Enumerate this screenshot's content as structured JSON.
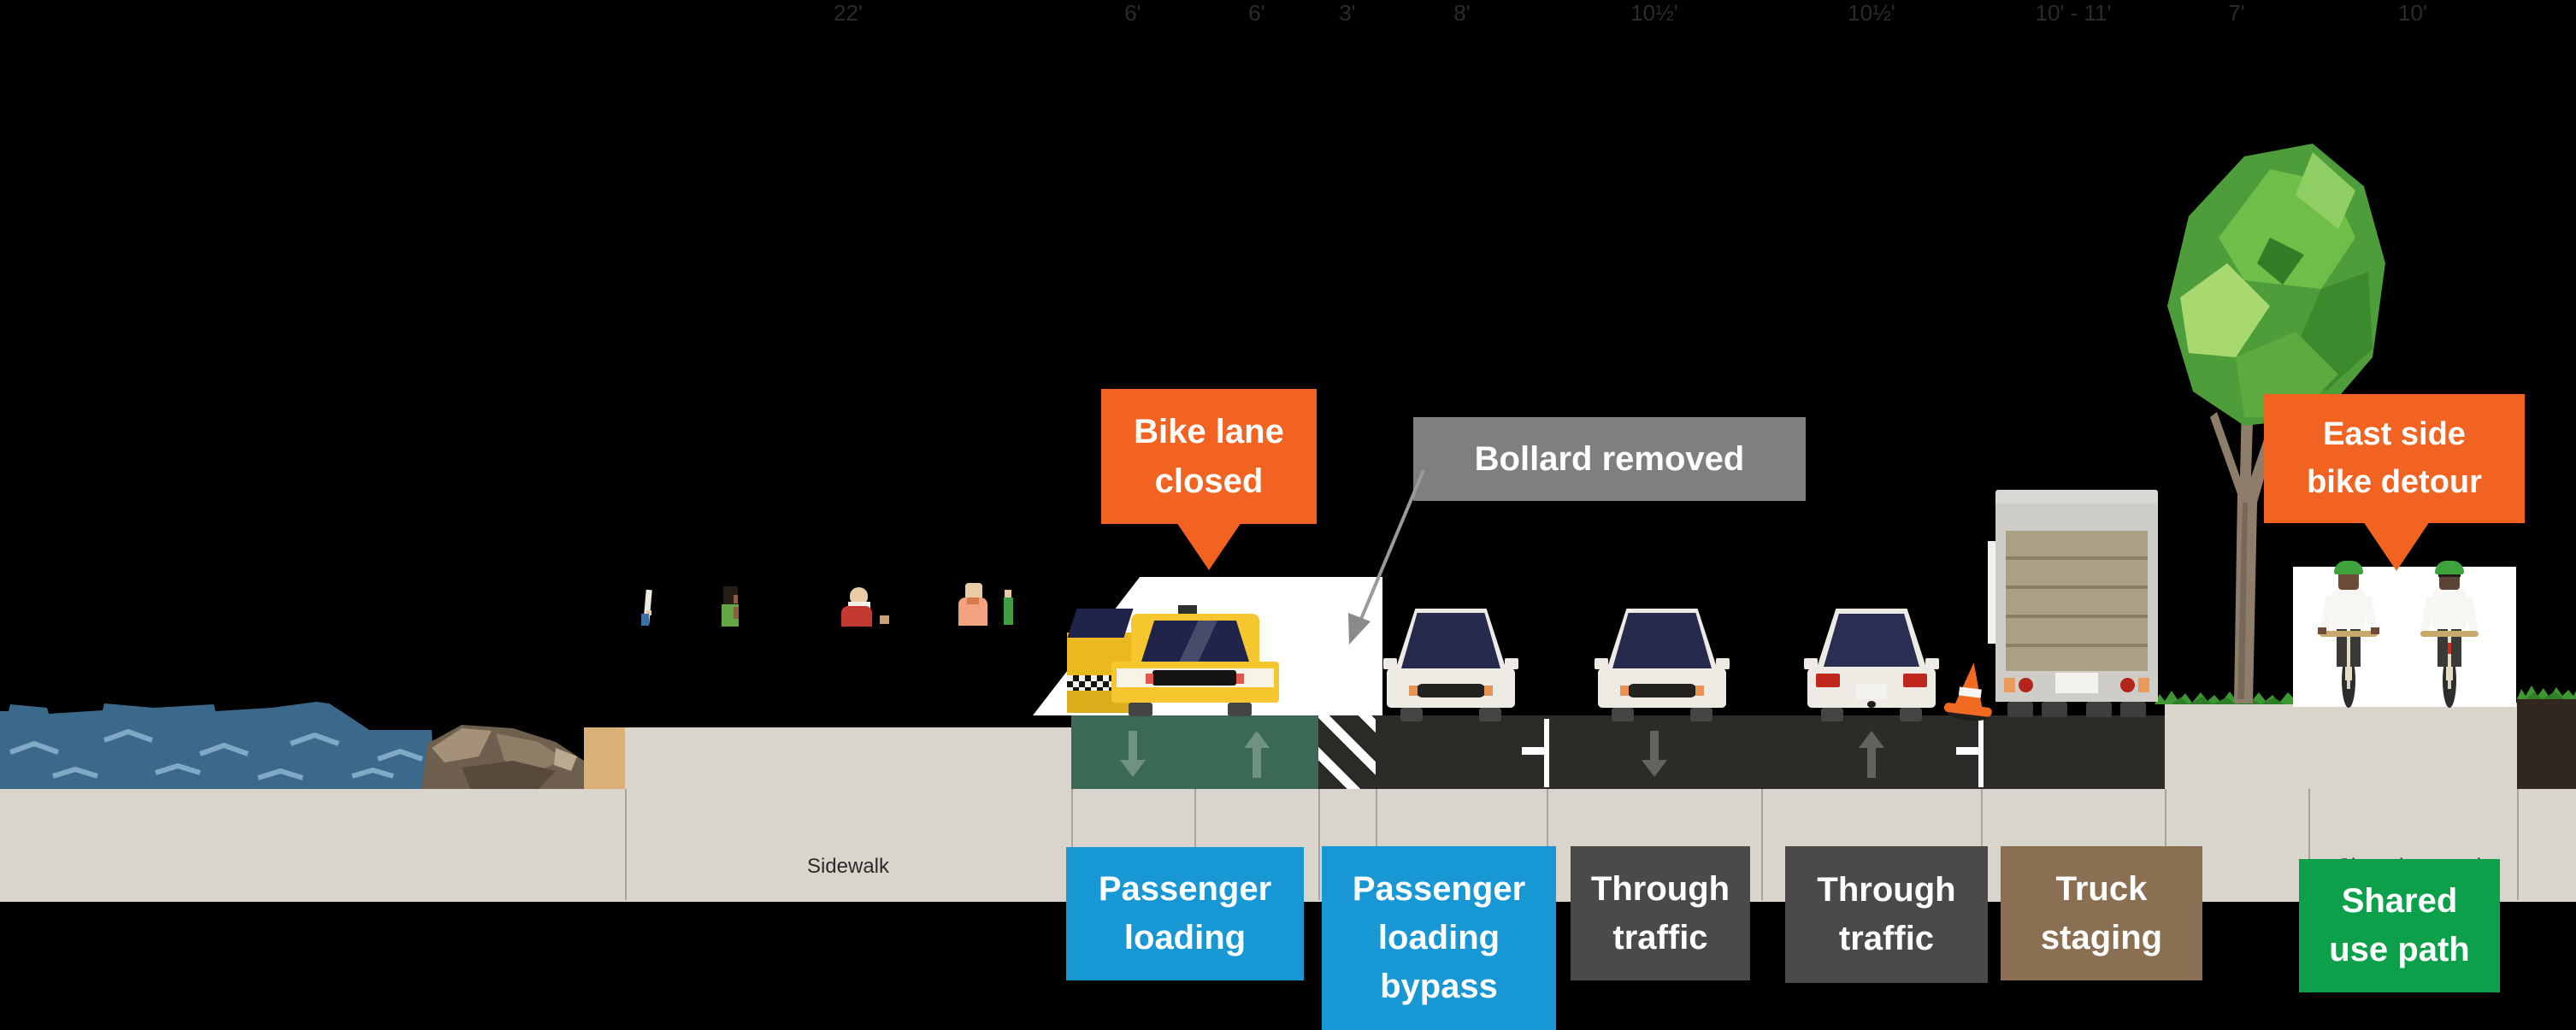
{
  "callouts": {
    "bike_lane_closed": {
      "label": "Bike lane closed",
      "color": "#F26322"
    },
    "bollard_removed": {
      "label": "Bollard removed",
      "color": "#7F7F7F"
    },
    "east_side_bike_detour": {
      "label": "East side bike detour",
      "color": "#F26322"
    }
  },
  "measurements": {
    "sidewalk": {
      "width": "22'",
      "name": "Sidewalk"
    },
    "loading_left": {
      "width": "6'"
    },
    "loading_right": {
      "width": "6'"
    },
    "buffer": {
      "width": "3'"
    },
    "bypass": {
      "width": "8'"
    },
    "through_left": {
      "width": "10½'"
    },
    "through_right": {
      "width": "10½'"
    },
    "truck_staging": {
      "width": "10' - 11'"
    },
    "planting": {
      "width": "7'"
    },
    "shared_path": {
      "width": "10'",
      "name": "Shared use path"
    }
  },
  "lanes": {
    "passenger_loading": {
      "label": "Passenger loading",
      "color": "#1797D4"
    },
    "passenger_loading_bypass": {
      "label": "Passenger loading bypass",
      "color": "#1797D4"
    },
    "through_traffic_left": {
      "label": "Through traffic",
      "color": "#4A4A48"
    },
    "through_traffic_right": {
      "label": "Through traffic",
      "color": "#4A4A48"
    },
    "truck_staging": {
      "label": "Truck staging",
      "color": "#8A6F52"
    },
    "shared_use_path": {
      "label": "Shared use path",
      "color": "#0DA04A"
    }
  },
  "icons": {
    "water": "water-waves-icon",
    "rocks": "riprap-rocks-icon",
    "pedestrians": "pedestrian-icons",
    "taxi": "taxi-icon",
    "cars": "car-icon",
    "truck": "box-truck-icon",
    "cone": "traffic-cone-icon",
    "tree": "tree-icon",
    "cyclists": "cyclist-icon"
  },
  "colors": {
    "background": "#000000",
    "ground": "#D9D5CD",
    "water": "#3A698C",
    "road": "#2B2B28",
    "loading_lane": "#3A6A56",
    "taxi_yellow": "#F5C62E",
    "callout_orange": "#F26322",
    "callout_gray": "#7F7F7F"
  }
}
